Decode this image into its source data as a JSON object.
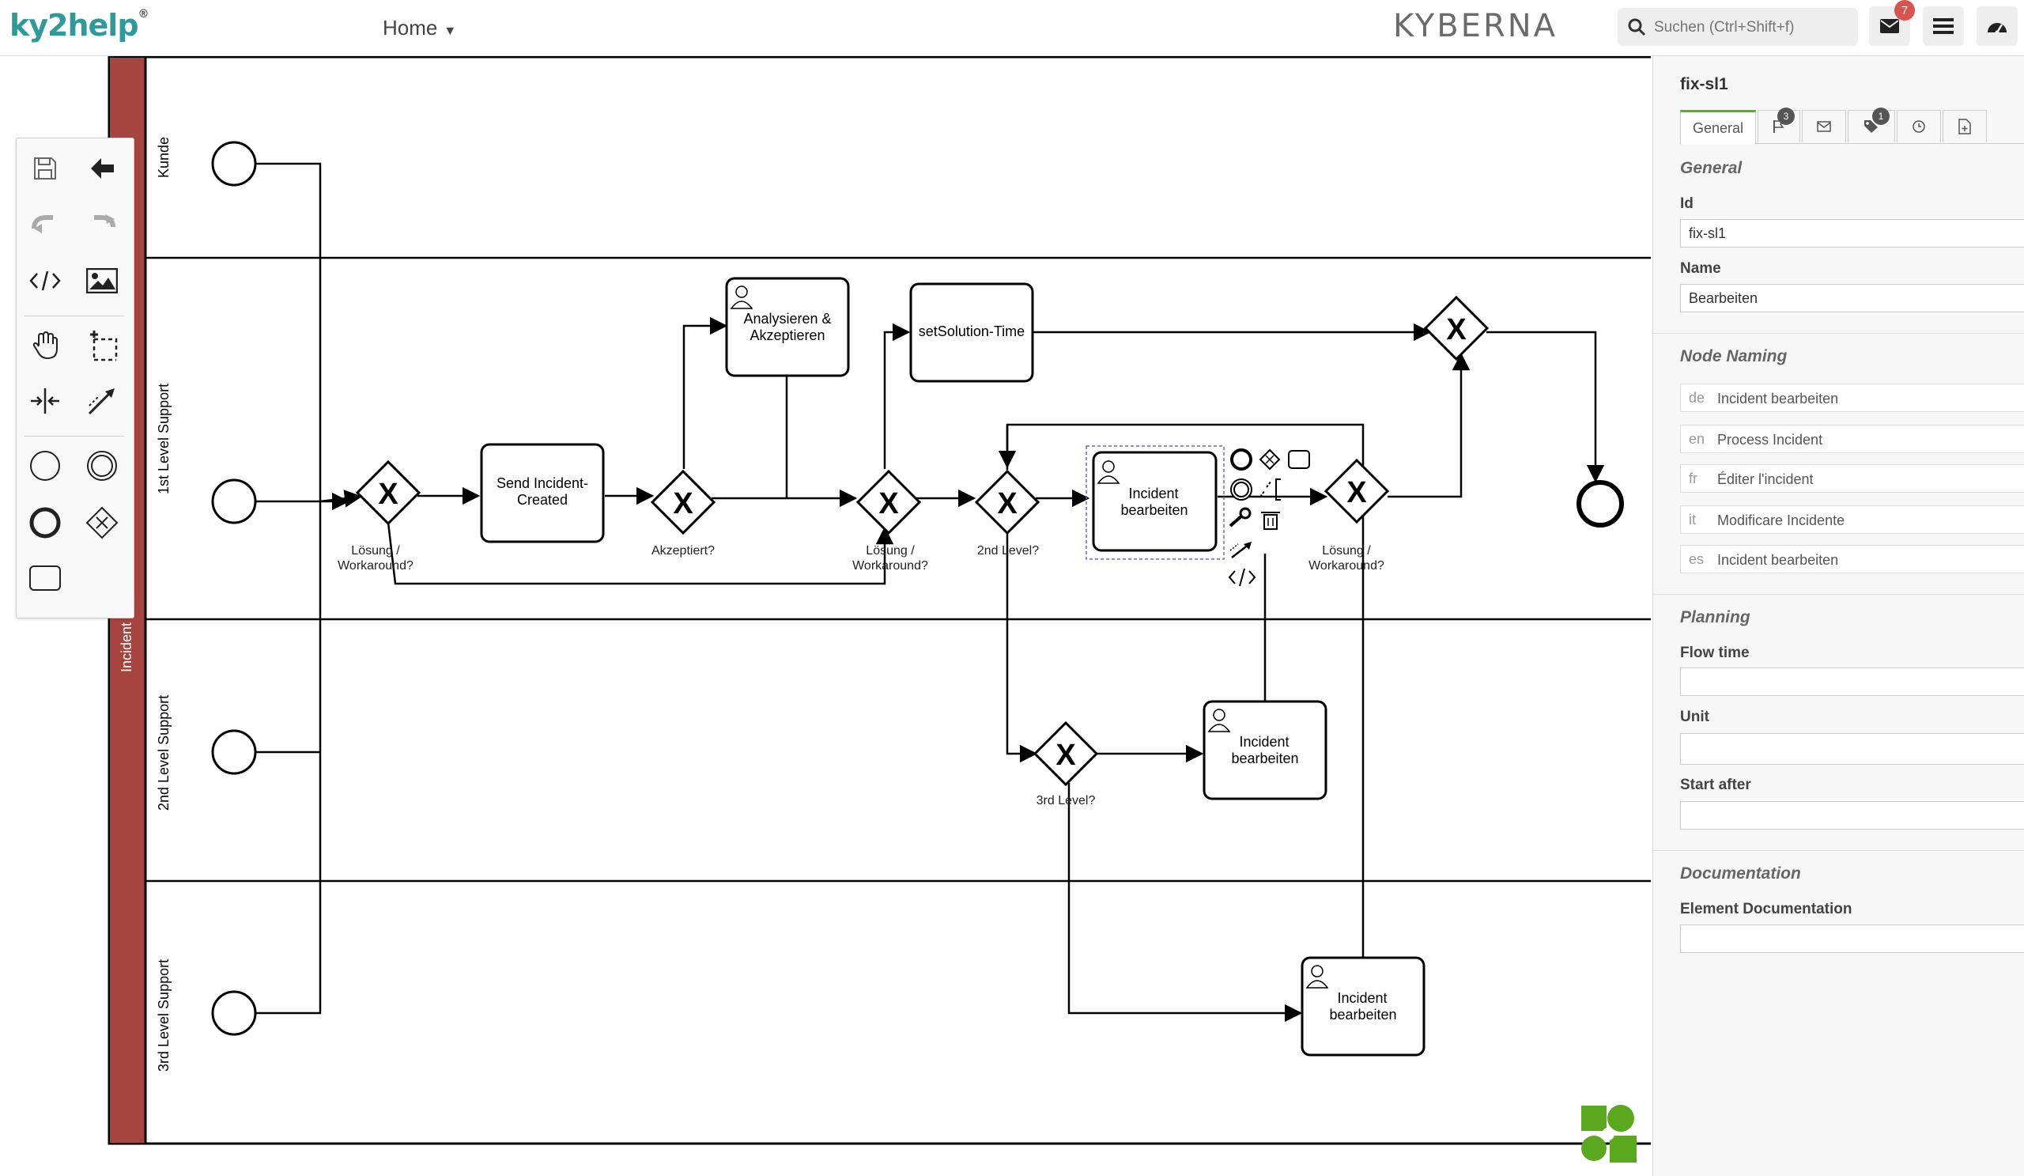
{
  "app": {
    "logo": "ky2help",
    "logo_mark": "®",
    "brand": "KYBERNA",
    "home_menu": "Home",
    "search_placeholder": "Suchen (Ctrl+Shift+f)",
    "mail_badge": "7"
  },
  "palette": {
    "tools": [
      "save-icon",
      "back-arrow-icon",
      "undo-icon",
      "redo-icon",
      "code-icon",
      "image-icon",
      "hand-tool-icon",
      "lasso-tool-icon",
      "space-tool-icon",
      "connect-tool-icon",
      "start-event-icon",
      "intermediate-event-icon",
      "end-event-icon",
      "gateway-icon",
      "task-icon"
    ]
  },
  "diagram": {
    "pool_label": "Incident Manage",
    "lanes": [
      "Kunde",
      "1st Level Support",
      "2nd Level Support",
      "3rd Level Support"
    ],
    "tasks": {
      "send_incident": [
        "Send Incident-",
        "Created"
      ],
      "analysieren": [
        "Analysieren &",
        "Akzeptieren"
      ],
      "set_solution": "setSolution-Time",
      "incident_1st": [
        "Incident",
        "bearbeiten"
      ],
      "incident_2nd": [
        "Incident",
        "bearbeiten"
      ],
      "incident_3rd": [
        "Incident",
        "bearbeiten"
      ]
    },
    "gateways": {
      "loesung1": [
        "Lösung /",
        "Workaround?"
      ],
      "akzeptiert": "Akzeptiert?",
      "loesung2": [
        "Lösung /",
        "Workaround?"
      ],
      "level2": "2nd Level?",
      "loesung3": [
        "Lösung /",
        "Workaround?"
      ],
      "level3": "3rd Level?"
    }
  },
  "properties": {
    "element_id": "fix-sl1",
    "tabs": [
      {
        "label": "General",
        "badge": ""
      },
      {
        "label": "",
        "icon": "flag-icon",
        "badge": "3"
      },
      {
        "label": "",
        "icon": "envelope-icon",
        "badge": ""
      },
      {
        "label": "",
        "icon": "tags-icon",
        "badge": "1"
      },
      {
        "label": "",
        "icon": "clock-icon",
        "badge": ""
      },
      {
        "label": "",
        "icon": "file-plus-icon",
        "badge": ""
      }
    ],
    "general_title": "General",
    "id_label": "Id",
    "id_value": "fix-sl1",
    "name_label": "Name",
    "name_value": "Bearbeiten",
    "node_naming_title": "Node Naming",
    "names": [
      {
        "lang": "de",
        "value": "Incident bearbeiten"
      },
      {
        "lang": "en",
        "value": "Process Incident"
      },
      {
        "lang": "fr",
        "value": "Éditer l'incident"
      },
      {
        "lang": "it",
        "value": "Modificare Incidente"
      },
      {
        "lang": "es",
        "value": "Incident bearbeiten"
      }
    ],
    "planning_title": "Planning",
    "flow_time_label": "Flow time",
    "flow_time_value": "",
    "unit_label": "Unit",
    "unit_value": "",
    "start_after_label": "Start after",
    "start_after_value": "",
    "documentation_title": "Documentation",
    "element_doc_label": "Element Documentation",
    "element_doc_value": ""
  }
}
